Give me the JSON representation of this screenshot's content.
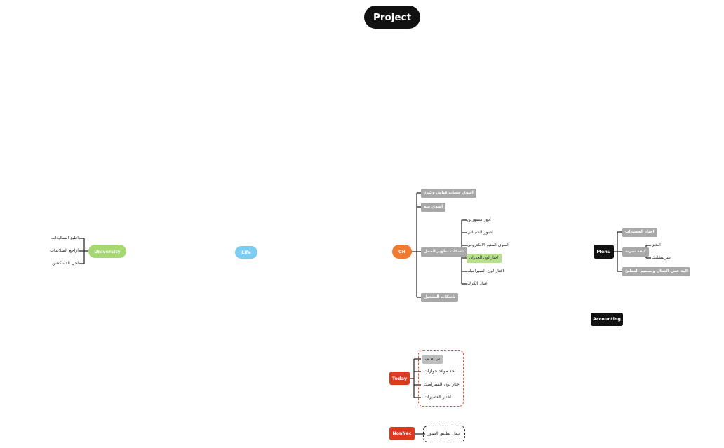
{
  "title": "Project",
  "branches": {
    "university": {
      "label": "University",
      "color": "#a5d873",
      "items": [
        "اطبع السلايدات",
        "اراجع السلايدات",
        "احل الدسكشن"
      ]
    },
    "life": {
      "label": "Life",
      "color": "#7dcdf2"
    },
    "ch": {
      "label": "CH",
      "color": "#f07a2f",
      "items": [
        "اسوي حساب قياش وكيرز",
        "اسوي منه",
        "تاسكات تطوير المحل",
        "تاسكات التشغيل"
      ],
      "subitems": [
        "أدور مصورين",
        "اصور الشيباني",
        "اسوي المنيو الالكتروني",
        "اختار لون الجدران",
        "اختار لون السيراميك",
        "اعدل الكرك"
      ]
    },
    "menu": {
      "label": "Menu",
      "color": "#111111",
      "items": [
        "اختار العصيرات",
        "كيفة تجربة",
        "الية عمل العمال وتصميم المطبخ"
      ],
      "subitems": [
        "الخبز",
        "شريبشلبك"
      ]
    },
    "accounting": {
      "label": "Accounting",
      "color": "#111111"
    },
    "today": {
      "label": "Today",
      "color": "#d83b1f",
      "items": [
        "بي ام بي",
        "اخذ موعد جوازات",
        "اختار لون السيراميك",
        "اختار العصيرات"
      ]
    },
    "nonnec": {
      "label": "NonNec",
      "color": "#d83b1f",
      "items": [
        "حمل تطبيق الصور"
      ]
    }
  }
}
